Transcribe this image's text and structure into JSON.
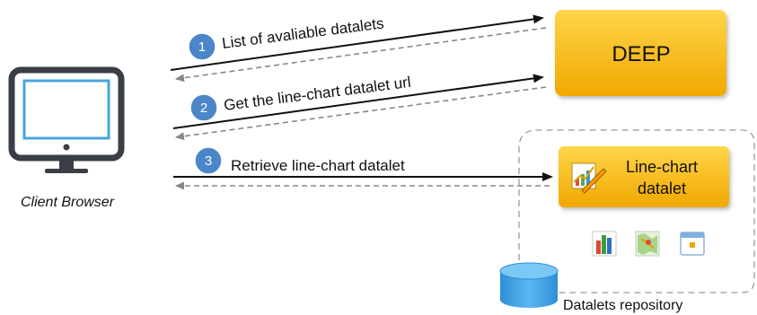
{
  "client": {
    "label": "Client Browser"
  },
  "deep": {
    "label": "DEEP"
  },
  "datalet": {
    "label_line1": "Line-chart",
    "label_line2": "datalet"
  },
  "repository": {
    "label": "Datalets repository"
  },
  "steps": [
    {
      "number": "1",
      "label": "List of avaliable datalets"
    },
    {
      "number": "2",
      "label": "Get the line-chart datalet url"
    },
    {
      "number": "3",
      "label": "Retrieve line-chart datalet"
    }
  ],
  "colors": {
    "badge": "#4a86c8",
    "deep_box": "#f5b51a",
    "monitor_frame": "#3a3f46",
    "monitor_screen": "#4aa3df",
    "repo_db": "#3aa0e0",
    "arrow": "#111111",
    "arrow_return": "#888888"
  }
}
